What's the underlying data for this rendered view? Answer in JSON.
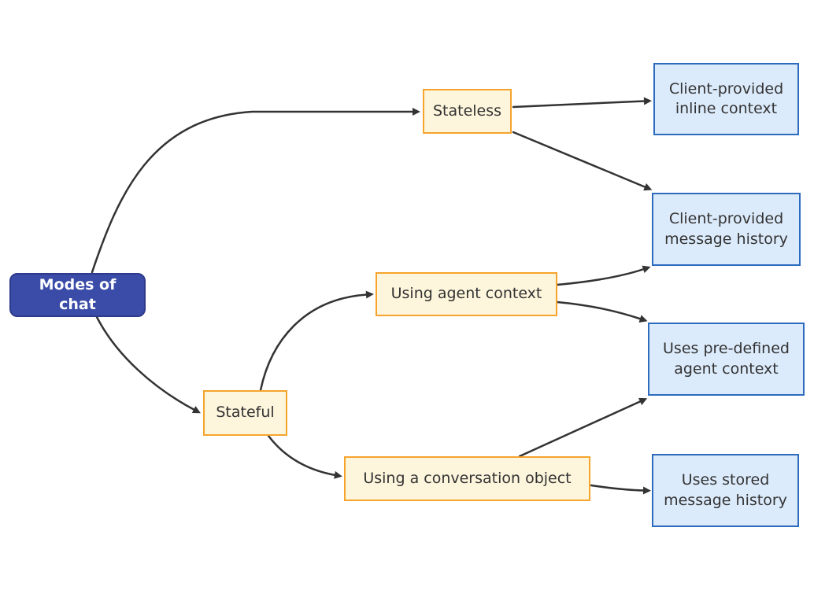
{
  "diagram": {
    "type": "flowchart",
    "direction": "left-to-right",
    "title": "Modes of chat",
    "nodes": [
      {
        "id": "modes-of-chat",
        "label": "Modes of chat",
        "kind": "root"
      },
      {
        "id": "stateless",
        "label": "Stateless",
        "kind": "branch"
      },
      {
        "id": "stateful",
        "label": "Stateful",
        "kind": "branch"
      },
      {
        "id": "using-agent-context",
        "label": "Using agent context",
        "kind": "branch"
      },
      {
        "id": "using-conversation-object",
        "label": "Using a conversation object",
        "kind": "branch"
      },
      {
        "id": "client-inline-context",
        "label": "Client-provided inline context",
        "kind": "leaf"
      },
      {
        "id": "client-message-history",
        "label": "Client-provided message history",
        "kind": "leaf"
      },
      {
        "id": "uses-predefined-agent-context",
        "label": "Uses pre-defined agent context",
        "kind": "leaf"
      },
      {
        "id": "uses-stored-message-history",
        "label": "Uses stored message history",
        "kind": "leaf"
      }
    ],
    "edges": [
      {
        "from": "modes-of-chat",
        "to": "stateless"
      },
      {
        "from": "modes-of-chat",
        "to": "stateful"
      },
      {
        "from": "stateless",
        "to": "client-inline-context"
      },
      {
        "from": "stateless",
        "to": "client-message-history"
      },
      {
        "from": "stateful",
        "to": "using-agent-context"
      },
      {
        "from": "stateful",
        "to": "using-conversation-object"
      },
      {
        "from": "using-agent-context",
        "to": "client-message-history"
      },
      {
        "from": "using-agent-context",
        "to": "uses-predefined-agent-context"
      },
      {
        "from": "using-conversation-object",
        "to": "uses-predefined-agent-context"
      },
      {
        "from": "using-conversation-object",
        "to": "uses-stored-message-history"
      }
    ],
    "colors": {
      "background": "#ffffff",
      "edge": "#333333",
      "text": "#333333",
      "root_fill": "#3a4ca8",
      "root_border": "#2e3a8c",
      "root_text": "#ffffff",
      "branch_fill": "#fdf5dc",
      "branch_border": "#f6a42c",
      "leaf_fill": "#dcebfb",
      "leaf_border": "#2d6bbe"
    }
  }
}
